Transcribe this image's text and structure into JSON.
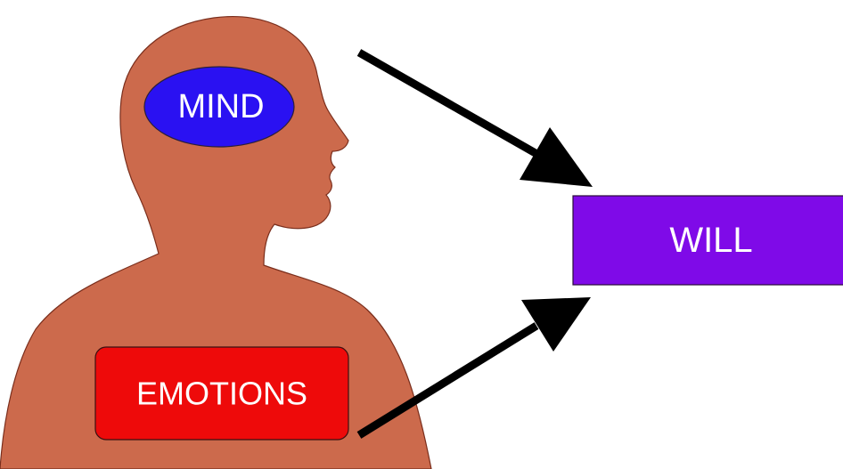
{
  "mind": {
    "label": "MIND",
    "color": "#2a11f2"
  },
  "emotions": {
    "label": "EMOTIONS",
    "color": "#ee0a0a"
  },
  "will": {
    "label": "WILL",
    "color": "#7f0ae8"
  },
  "silhouette": {
    "color": "#cc6a4c",
    "outline": "#7a2e1c"
  },
  "arrows": {
    "color": "#000000"
  }
}
